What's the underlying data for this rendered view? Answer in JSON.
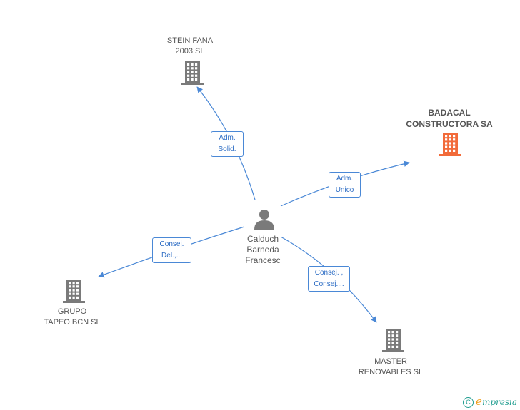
{
  "colors": {
    "edge": "#4a88d6",
    "icon_default": "#7a7a7a",
    "icon_highlight": "#f26b3a",
    "role_text": "#2c6cc4",
    "label_text": "#555555",
    "footer": "#1f9d8f"
  },
  "center": {
    "type": "person",
    "icon": "person-icon",
    "name_lines": [
      "Calduch",
      "Barneda",
      "Francesc"
    ]
  },
  "companies": [
    {
      "id": "stein",
      "name_lines": [
        "STEIN FANA",
        "2003 SL"
      ],
      "highlight": false,
      "icon": "building-icon",
      "role_lines": [
        "Adm.",
        "Solid."
      ]
    },
    {
      "id": "badacal",
      "name_lines": [
        "BADACAL",
        "CONSTRUCTORA SA"
      ],
      "highlight": true,
      "icon": "building-icon",
      "role_lines": [
        "Adm.",
        "Unico"
      ]
    },
    {
      "id": "tapeo",
      "name_lines": [
        "GRUPO",
        "TAPEO BCN SL"
      ],
      "highlight": false,
      "icon": "building-icon",
      "role_lines": [
        "Consej.",
        "Del.,..."
      ]
    },
    {
      "id": "master",
      "name_lines": [
        "MASTER",
        "RENOVABLES SL"
      ],
      "highlight": false,
      "icon": "building-icon",
      "role_lines": [
        "Consej. ,",
        "Consej...."
      ]
    }
  ],
  "footer": {
    "copyright_symbol": "C",
    "brand_first": "e",
    "brand_rest": "mpresia"
  }
}
